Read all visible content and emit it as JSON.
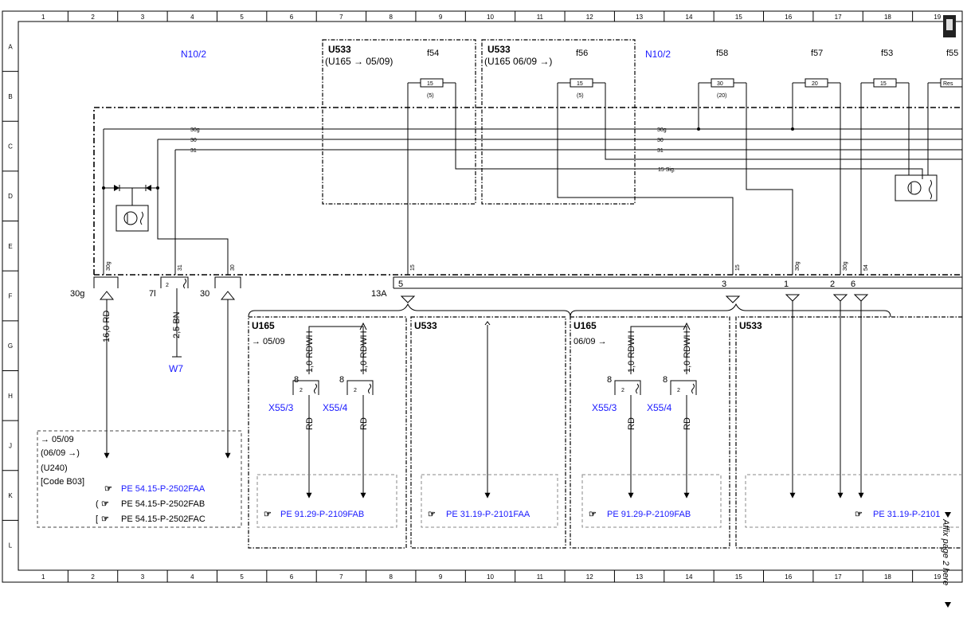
{
  "grid": {
    "columns": [
      "1",
      "2",
      "3",
      "4",
      "5",
      "6",
      "7",
      "8",
      "9",
      "10",
      "11",
      "12",
      "13",
      "14",
      "15",
      "16",
      "17",
      "18",
      "19"
    ],
    "rows": [
      "A",
      "B",
      "C",
      "D",
      "E",
      "F",
      "G",
      "H",
      "J",
      "K",
      "L"
    ]
  },
  "headers": {
    "n10_left": "N10/2",
    "n10_right": "N10/2",
    "u533_a_title": "U533",
    "u533_a_sub": "(U165 → 05/09)",
    "u533_b_title": "U533",
    "u533_b_sub": "(U165 06/09 →)",
    "f54": "f54",
    "f56": "f56",
    "f58": "f58",
    "f57": "f57",
    "f53": "f53",
    "f55": "f55"
  },
  "fuses": {
    "f54_val": "15",
    "f54_sub": "(5)",
    "f56_val": "15",
    "f56_sub": "(5)",
    "f58_val": "30",
    "f58_sub": "(20)",
    "f57_val": "20",
    "f53_val": "15",
    "f55_val": "Res"
  },
  "buses": {
    "b30g": "30g",
    "b30": "30",
    "b31": "31",
    "b30g_r": "30g",
    "b30_r": "30",
    "b31_r": "31",
    "sig": "15 Sig."
  },
  "pins": {
    "p30g": "30g",
    "p31": "31",
    "p30": "30",
    "p15a": "15",
    "p15b": "15",
    "p30g_b": "30g",
    "p30g_c": "30g",
    "p54": "54",
    "x2": "2",
    "xa": "2",
    "xb": "2",
    "xc": "2",
    "xd": "2"
  },
  "connectors": {
    "c30g": "30g",
    "c7l": "7l",
    "c30": "30",
    "c13a": "13A",
    "n5": "5",
    "n3": "3",
    "n1": "1",
    "n2": "2",
    "n6": "6",
    "n8a": "8",
    "n8b": "8",
    "n8c": "8",
    "n8d": "8"
  },
  "wires": {
    "w160rd": "16,0 RD",
    "w25bn": "2,5 BN",
    "rdwh1": "1,0 RDWH",
    "rdwh2": "1,0 RDWH",
    "rdwh3": "1,0 RDWH",
    "rdwh4": "1,0 RDWH",
    "rd1": "RD",
    "rd2": "RD",
    "rd3": "RD",
    "rd4": "RD"
  },
  "components": {
    "w7": "W7",
    "x553a": "X55/3",
    "x554a": "X55/4",
    "x553b": "X55/3",
    "x554b": "X55/4"
  },
  "blocks": {
    "u165a": "U165",
    "u165a_sub": "→ 05/09",
    "u533a": "U533",
    "u165b": "U165",
    "u165b_sub": "06/09 →",
    "u533b": "U533"
  },
  "legend": {
    "l1": "→ 05/09",
    "l2": "(06/09 →)",
    "l3": "(U240)",
    "l4": "[Code B03]"
  },
  "refs": {
    "r1": "PE 54.15-P-2502FAA",
    "r2": "PE 54.15-P-2502FAB",
    "r3": "PE 54.15-P-2502FAC",
    "r4": "PE 91.29-P-2109FAB",
    "r5": "PE 31.19-P-2101FAA",
    "r6": "PE 91.29-P-2109FAB",
    "r7": "PE 31.19-P-2101"
  },
  "affix": "Affix page 2 here",
  "colors": {
    "link": "#1a1aff",
    "line": "#000000"
  }
}
